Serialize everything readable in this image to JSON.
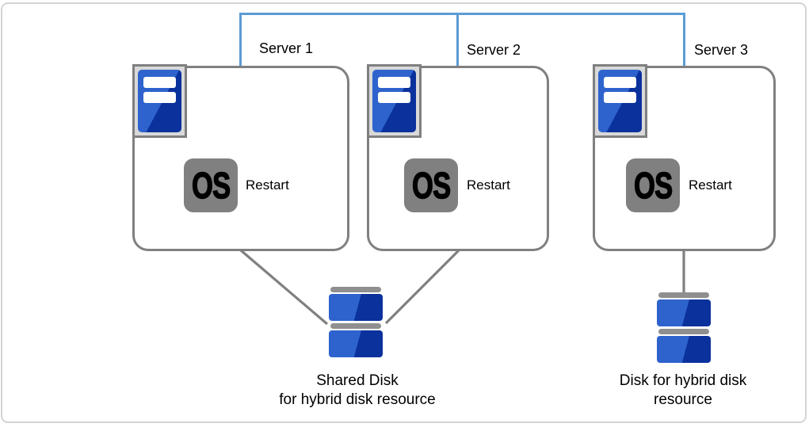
{
  "diagram": {
    "servers": [
      {
        "label": "Server 1",
        "os_badge": "OS",
        "os_action": "Restart"
      },
      {
        "label": "Server 2",
        "os_badge": "OS",
        "os_action": "Restart"
      },
      {
        "label": "Server 3",
        "os_badge": "OS",
        "os_action": "Restart"
      }
    ],
    "shared_disk": {
      "label_line1": "Shared Disk",
      "label_line2": "for hybrid disk resource"
    },
    "hybrid_disk": {
      "label_line1": "Disk for hybrid disk",
      "label_line2": "resource"
    },
    "icons": {
      "server_icon": "server-tower-icon",
      "os_icon": "os-badge-icon",
      "disk_icon": "disk-stack-icon",
      "network_icon": "network-interconnect-line",
      "connector_icon": "disk-connector-line"
    },
    "colors": {
      "network_line": "#5b9bd5",
      "connector_line": "#808080",
      "box_border": "#808080",
      "server_blue_light": "#2e63cd",
      "server_blue_dark": "#0a319c",
      "os_badge_gray": "#808080",
      "disk_gray": "#8f8f8f",
      "icon_frame_gray": "#d9d9d9",
      "canvas_border": "#d4d4d4"
    }
  }
}
